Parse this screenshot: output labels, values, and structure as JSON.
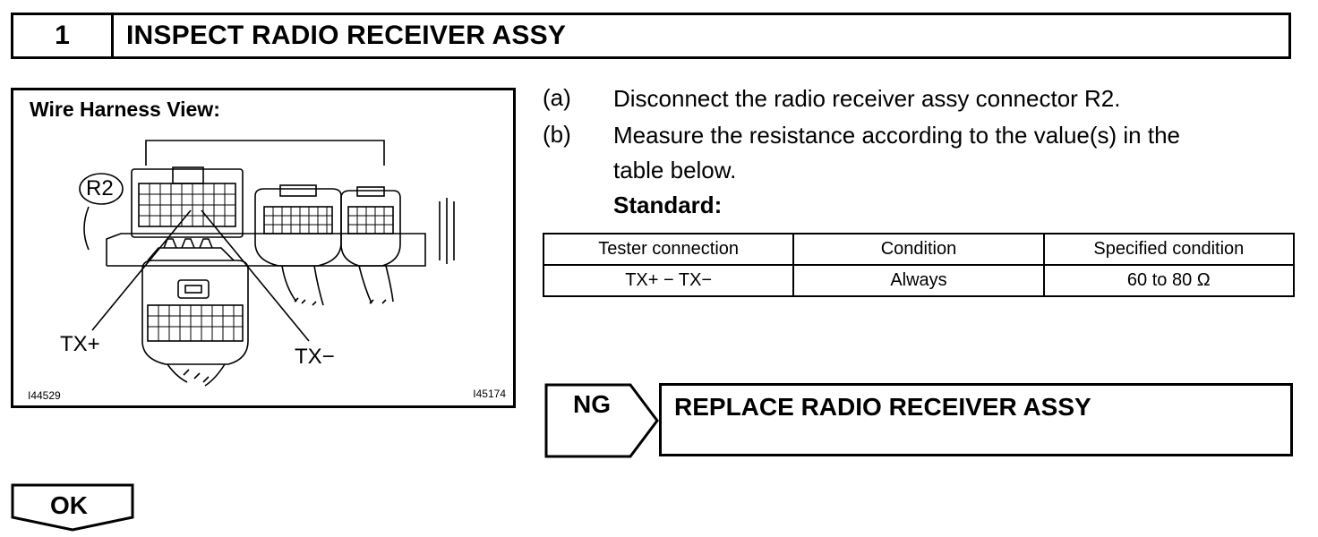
{
  "step": {
    "number": "1",
    "title": "INSPECT RADIO RECEIVER ASSY"
  },
  "figure": {
    "title": "Wire Harness View:",
    "connector_label": "R2",
    "pin_labels": {
      "tx_plus": "TX+",
      "tx_minus": "TX−"
    },
    "code_left": "I44529",
    "code_right": "I45174"
  },
  "instructions": {
    "a": {
      "letter": "(a)",
      "text": "Disconnect the radio receiver assy connector R2."
    },
    "b": {
      "letter": "(b)",
      "line1": "Measure the resistance according to the value(s) in the",
      "line2": "table below."
    },
    "standard_label": "Standard:"
  },
  "table": {
    "headers": [
      "Tester connection",
      "Condition",
      "Specified condition"
    ],
    "rows": [
      [
        "TX+ − TX−",
        "Always",
        "60 to 80 Ω"
      ]
    ]
  },
  "ng": {
    "label": "NG",
    "action": "REPLACE RADIO RECEIVER ASSY"
  },
  "ok": {
    "label": "OK"
  }
}
